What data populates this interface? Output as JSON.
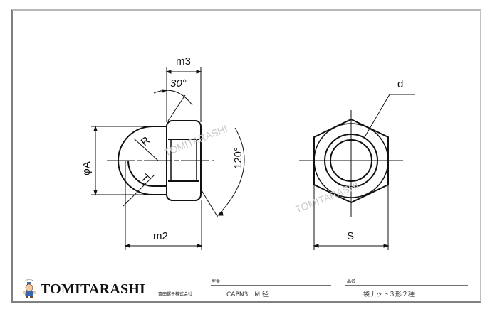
{
  "drawing": {
    "watermark": "TOMITARASHI",
    "side_view": {
      "dimensions": {
        "m3": "m3",
        "angle_30": "30°",
        "angle_120": "120°",
        "phiA": "φA",
        "R": "R",
        "T": "T",
        "m2": "m2"
      }
    },
    "front_view": {
      "dimensions": {
        "d": "d",
        "S": "S"
      }
    }
  },
  "title_block": {
    "brand": "TOMITARASHI",
    "company": "富田螺子株式会社",
    "part_no_label": "型番",
    "part_no_value": "CAPN3　M 径",
    "product_name_label": "品名",
    "product_name_value": "袋ナット３形２種"
  },
  "colors": {
    "line": "#111111",
    "frame_dark": "#808080",
    "frame_light": "#c0c0c0",
    "watermark": "#c8c8c8"
  }
}
